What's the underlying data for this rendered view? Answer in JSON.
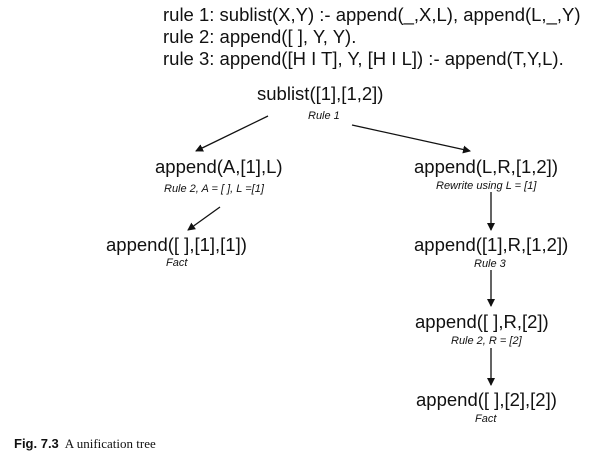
{
  "rules": [
    "rule 1: sublist(X,Y) :- append(_,X,L), append(L,_,Y)",
    "rule 2: append([ ], Y, Y).",
    "rule 3: append([H I T], Y, [H I L]) :- append(T,Y,L)."
  ],
  "tree": {
    "root": "sublist([1],[1,2])",
    "root_annotation": "Rule 1",
    "left": {
      "node": "append(A,[1],L)",
      "annotation": "Rule 2, A = [ ], L =[1]",
      "child": "append([ ],[1],[1])",
      "child_annotation": "Fact"
    },
    "right": {
      "node": "append(L,R,[1,2])",
      "annotation": "Rewrite using L = [1]",
      "step2": "append([1],R,[1,2])",
      "step2_annotation": "Rule 3",
      "step3": "append([ ],R,[2])",
      "step3_annotation": "Rule 2, R = [2]",
      "step4": "append([ ],[2],[2])",
      "step4_annotation": "Fact"
    }
  },
  "caption": {
    "label": "Fig. 7.3",
    "text": "A unification tree"
  }
}
